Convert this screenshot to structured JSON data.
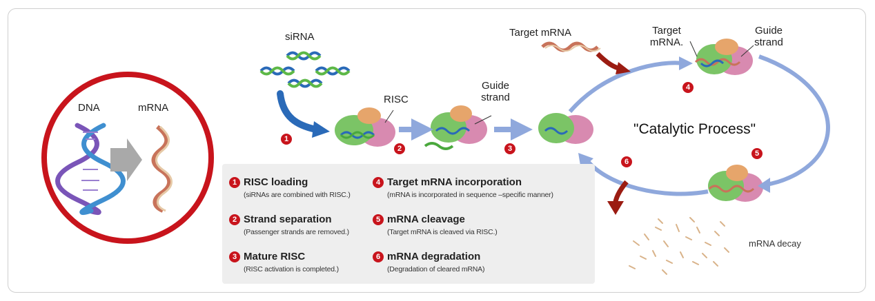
{
  "labels": {
    "dna": "DNA",
    "mrna": "mRNA",
    "sirna": "siRNA",
    "risc": "RISC",
    "guide_strand_1_line1": "Guide",
    "guide_strand_1_line2": "strand",
    "target_mrna_top": "Target mRNA",
    "target_mrna_line1": "Target",
    "target_mrna_line2": "mRNA.",
    "guide_strand_2_line1": "Guide",
    "guide_strand_2_line2": "strand",
    "catalytic": "\"Catalytic Process\"",
    "mrna_decay": "mRNA decay"
  },
  "badges": [
    "1",
    "2",
    "3",
    "4",
    "5",
    "6"
  ],
  "steps": [
    {
      "num": "1",
      "title": "RISC loading",
      "sub": "(siRNAs are combined with RISC.)"
    },
    {
      "num": "2",
      "title": "Strand separation",
      "sub": "(Passenger strands are removed.)"
    },
    {
      "num": "3",
      "title": "Mature RISC",
      "sub": "(RISC activation is completed.)"
    },
    {
      "num": "4",
      "title": "Target mRNA incorporation",
      "sub": "(mRNA is incorporated in sequence –specific manner)"
    },
    {
      "num": "5",
      "title": "mRNA cleavage",
      "sub": "(Target mRNA is cleaved via RISC.)"
    },
    {
      "num": "6",
      "title": "mRNA degradation",
      "sub": "(Degradation of cleared mRNA)"
    }
  ],
  "colors": {
    "accent_red": "#c8141c",
    "flow_blue": "#8fa8dc",
    "dark_blue": "#2a6ab8",
    "dark_red_arrow": "#9b1c12"
  }
}
